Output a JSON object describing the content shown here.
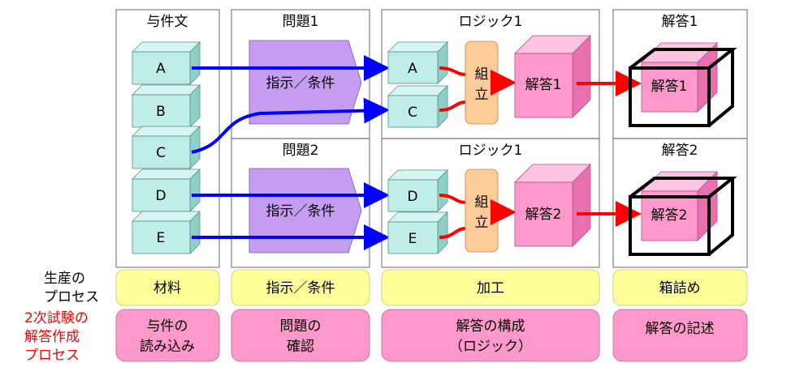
{
  "colors": {
    "black": "#000000",
    "blue": "#0000ff",
    "red": "#ff0000",
    "block_fill": "#bfeee8",
    "block_top": "#d6f6f2",
    "block_side": "#8ecfc8",
    "arrow_purple": "#c49cf0",
    "assembly_orange": "#ffcc99",
    "cube_front": "#ff99cc",
    "cube_top": "#ffc4e2",
    "cube_side": "#e870b0",
    "yellow_row": "#ffff99",
    "pink_row": "#ff99cc"
  },
  "columns": {
    "input": {
      "header": "与件文",
      "blocks": [
        "A",
        "B",
        "C",
        "D",
        "E"
      ]
    },
    "question1": {
      "header": "問題1",
      "instruction": "指示／条件"
    },
    "question2": {
      "header": "問題2",
      "instruction": "指示／条件"
    },
    "logic1": {
      "header": "ロジック1",
      "inputs": [
        "A",
        "C"
      ],
      "assemble": "組立",
      "answer": "解答1"
    },
    "logic2": {
      "header": "ロジック1",
      "inputs": [
        "D",
        "E"
      ],
      "assemble": "組立",
      "answer": "解答2"
    },
    "answer1": {
      "header": "解答1",
      "boxed": "解答1"
    },
    "answer2": {
      "header": "解答2",
      "boxed": "解答2"
    }
  },
  "rows": {
    "production": {
      "label_line1": "生産の",
      "label_line2": "プロセス",
      "cells": [
        "材料",
        "指示／条件",
        "加工",
        "箱詰め"
      ]
    },
    "exam": {
      "label_line1": "2次試験の",
      "label_line2": "解答作成",
      "label_line3": "プロセス",
      "cells": [
        [
          "与件の",
          "読み込み"
        ],
        [
          "問題の",
          "確認"
        ],
        [
          "解答の構成",
          "（ロジック）"
        ],
        [
          "解答の記述",
          ""
        ]
      ]
    }
  }
}
